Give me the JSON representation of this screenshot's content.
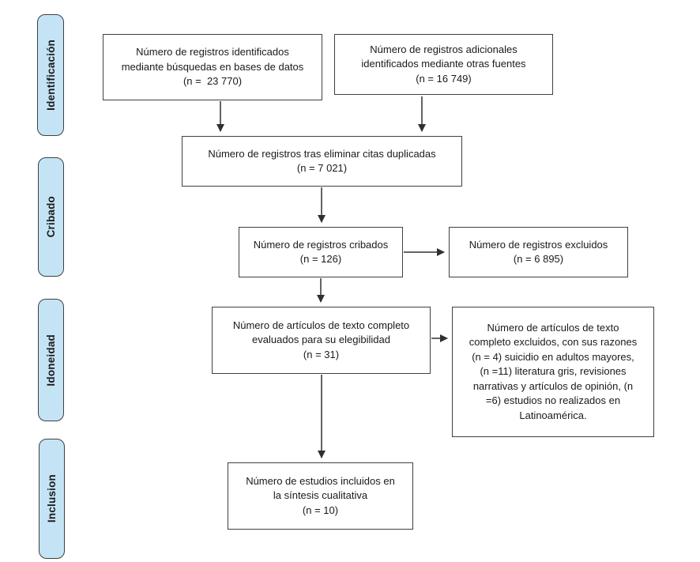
{
  "diagram_type": "prisma-flow-diagram",
  "colors": {
    "stage_fill": "#c4e4f6",
    "stage_border": "#404040",
    "box_border": "#404040",
    "arrow": "#303030"
  },
  "sidebar": {
    "items": [
      {
        "label": "Identificación"
      },
      {
        "label": "Cribado"
      },
      {
        "label": "Idoneidad"
      },
      {
        "label": "Inclusion"
      }
    ]
  },
  "boxes": {
    "identified_databases": {
      "lines": [
        "Número de registros identificados",
        "mediante búsquedas en bases de datos",
        "(n =  23 770)"
      ]
    },
    "identified_other_sources": {
      "lines": [
        "Número de registros adicionales",
        "identificados mediante otras fuentes",
        "(n = 16 749)"
      ]
    },
    "after_duplicates_removed": {
      "lines": [
        "Número de registros tras eliminar citas duplicadas",
        "(n = 7 021)"
      ]
    },
    "records_screened": {
      "lines": [
        "Número de registros cribados",
        "(n = 126)"
      ]
    },
    "records_excluded": {
      "lines": [
        "Número de registros excluidos",
        "(n = 6 895)"
      ]
    },
    "fulltext_assessed": {
      "lines": [
        "Número de artículos de texto completo",
        "evaluados para su elegibilidad",
        "(n = 31)"
      ]
    },
    "fulltext_excluded": {
      "lines": [
        "Número de artículos de texto",
        "completo excluidos, con sus razones",
        "(n = 4) suicidio en adultos mayores,",
        "(n =11) literatura gris, revisiones",
        "narrativas y artículos de opinión, (n",
        "=6) estudios no realizados en",
        "Latinoamérica."
      ]
    },
    "studies_included": {
      "lines": [
        "Número de estudios incluidos en",
        "la síntesis cualitativa",
        "(n = 10)"
      ]
    }
  }
}
